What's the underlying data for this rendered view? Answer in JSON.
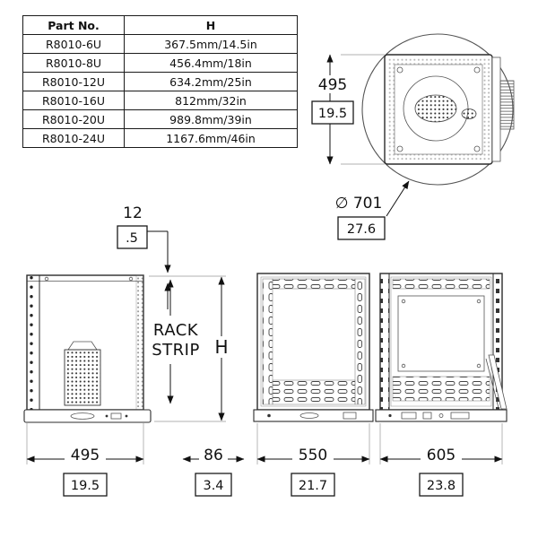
{
  "table": {
    "col_headers": [
      "Part No.",
      "H"
    ],
    "rows": [
      [
        "R8010-6U",
        "367.5mm/14.5in"
      ],
      [
        "R8010-8U",
        "456.4mm/18in"
      ],
      [
        "R8010-12U",
        "634.2mm/25in"
      ],
      [
        "R8010-16U",
        "812mm/32in"
      ],
      [
        "R8010-20U",
        "989.8mm/39in"
      ],
      [
        "R8010-24U",
        "1167.6mm/46in"
      ]
    ]
  },
  "dims": {
    "detail_height": {
      "mm": "495",
      "in": "19.5"
    },
    "diameter": {
      "mm": "∅ 701",
      "in": "27.6"
    },
    "strip": {
      "mm": "12",
      "in": ".5"
    },
    "depth": {
      "mm": "495",
      "in": "19.5"
    },
    "base_ext": {
      "mm": "86",
      "in": "3.4"
    },
    "front_width": {
      "mm": "550",
      "in": "21.7"
    },
    "rear_width": {
      "mm": "605",
      "in": "23.8"
    },
    "height_label": "H"
  },
  "labels": {
    "rack_strip_line1": "RACK",
    "rack_strip_line2": "STRIP"
  },
  "colors": {
    "line": "#111111",
    "background": "#ffffff"
  }
}
